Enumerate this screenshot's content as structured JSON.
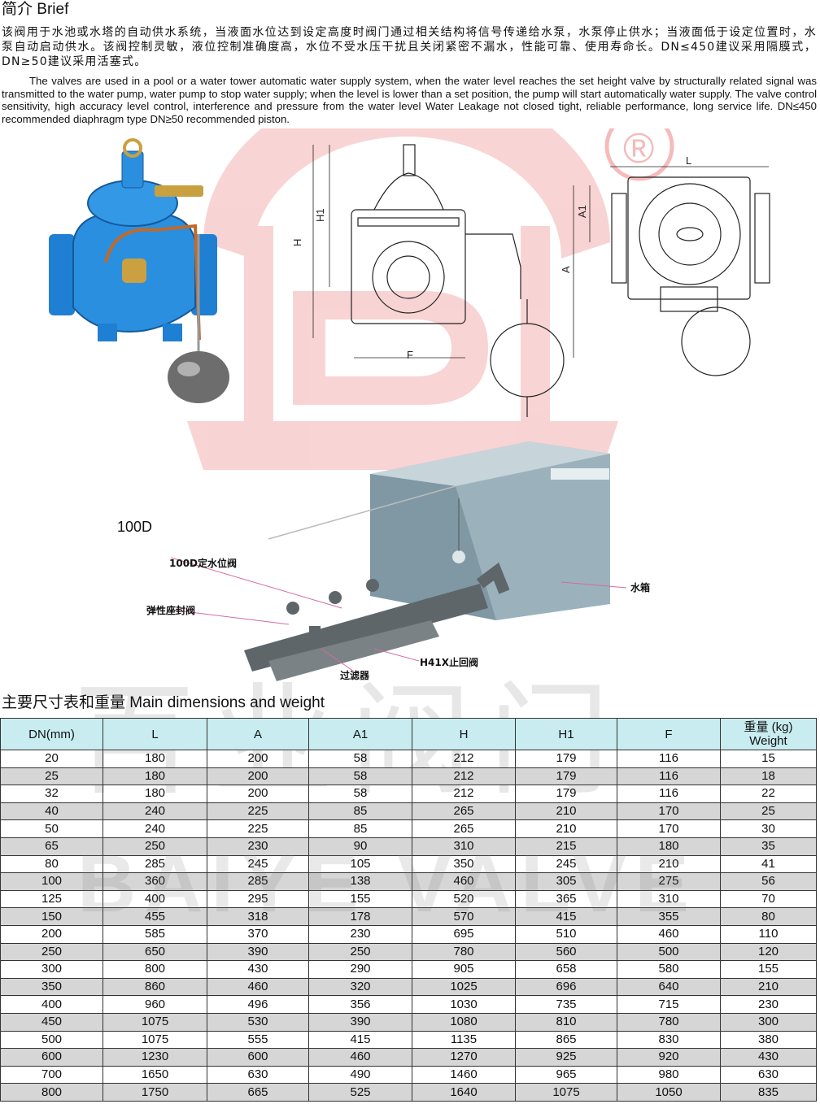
{
  "brief": {
    "title": "简介 Brief",
    "cn": "该阀用于水池或水塔的自动供水系统，当液面水位达到设定高度时阀门通过相关结构将信号传递给水泵，水泵停止供水；当液面低于设定位置时，水泵自动启动供水。该阀控制灵敏，液位控制准确度高，水位不受水压干扰且关闭紧密不漏水，性能可靠、使用寿命长。DN≤450建议采用隔膜式，DN≥50建议采用活塞式。",
    "en": "The valves are used in a pool or a water tower automatic water supply system, when the water level reaches the set height valve by structurally related signal was transmitted to the water pump, water pump to stop water supply; when the level is lower than a set position, the pump will start automatically water supply. The valve control sensitivity, high accuracy level control, interference and pressure from the water level Water Leakage not closed tight, reliable performance, long service life. DN≤450 recommended diaphragm type DN≥50 recommended piston."
  },
  "figure": {
    "model_label": "100D",
    "dim_labels": {
      "H": "H",
      "H1": "H1",
      "F": "F",
      "L": "L",
      "A1": "A1",
      "A": "A"
    },
    "registered_mark": "®",
    "callouts": {
      "level_valve": "100D定水位阀",
      "gate_valve": "弹性座封阀",
      "tank": "水箱",
      "check_valve": "H41X止回阀",
      "filter": "过滤器"
    }
  },
  "watermark": {
    "cn": "百业阀门",
    "en": "BAIYE VALVE"
  },
  "dims": {
    "title": "主要尺寸表和重量 Main dimensions and weight",
    "headers": {
      "dn": "DN(mm)",
      "l": "L",
      "a": "A",
      "a1": "A1",
      "h": "H",
      "h1": "H1",
      "f": "F",
      "w1": "重量 (kg)",
      "w2": "Weight"
    },
    "rows": [
      [
        "20",
        "180",
        "200",
        "58",
        "212",
        "179",
        "116",
        "15"
      ],
      [
        "25",
        "180",
        "200",
        "58",
        "212",
        "179",
        "116",
        "18"
      ],
      [
        "32",
        "180",
        "200",
        "58",
        "212",
        "179",
        "116",
        "22"
      ],
      [
        "40",
        "240",
        "225",
        "85",
        "265",
        "210",
        "170",
        "25"
      ],
      [
        "50",
        "240",
        "225",
        "85",
        "265",
        "210",
        "170",
        "30"
      ],
      [
        "65",
        "250",
        "230",
        "90",
        "310",
        "215",
        "180",
        "35"
      ],
      [
        "80",
        "285",
        "245",
        "105",
        "350",
        "245",
        "210",
        "41"
      ],
      [
        "100",
        "360",
        "285",
        "138",
        "460",
        "305",
        "275",
        "56"
      ],
      [
        "125",
        "400",
        "295",
        "155",
        "520",
        "365",
        "310",
        "70"
      ],
      [
        "150",
        "455",
        "318",
        "178",
        "570",
        "415",
        "355",
        "80"
      ],
      [
        "200",
        "585",
        "370",
        "230",
        "695",
        "510",
        "460",
        "110"
      ],
      [
        "250",
        "650",
        "390",
        "250",
        "780",
        "560",
        "500",
        "120"
      ],
      [
        "300",
        "800",
        "430",
        "290",
        "905",
        "658",
        "580",
        "155"
      ],
      [
        "350",
        "860",
        "460",
        "320",
        "1025",
        "696",
        "640",
        "210"
      ],
      [
        "400",
        "960",
        "496",
        "356",
        "1030",
        "735",
        "715",
        "230"
      ],
      [
        "450",
        "1075",
        "530",
        "390",
        "1080",
        "810",
        "780",
        "300"
      ],
      [
        "500",
        "1075",
        "555",
        "415",
        "1135",
        "865",
        "830",
        "380"
      ],
      [
        "600",
        "1230",
        "600",
        "460",
        "1270",
        "925",
        "920",
        "430"
      ],
      [
        "700",
        "1650",
        "630",
        "490",
        "1460",
        "965",
        "980",
        "630"
      ],
      [
        "800",
        "1750",
        "665",
        "525",
        "1640",
        "1075",
        "1050",
        "835"
      ]
    ]
  }
}
